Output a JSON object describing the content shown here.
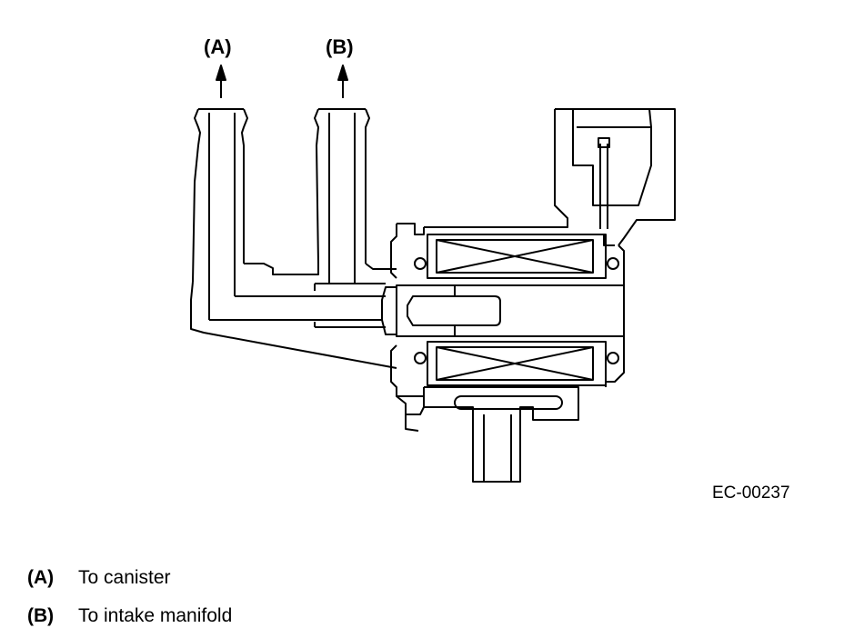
{
  "callouts": {
    "a": "(A)",
    "b": "(B)"
  },
  "figure_code": "EC-00237",
  "legend": [
    {
      "key": "(A)",
      "text": "To canister"
    },
    {
      "key": "(B)",
      "text": "To intake manifold"
    }
  ]
}
